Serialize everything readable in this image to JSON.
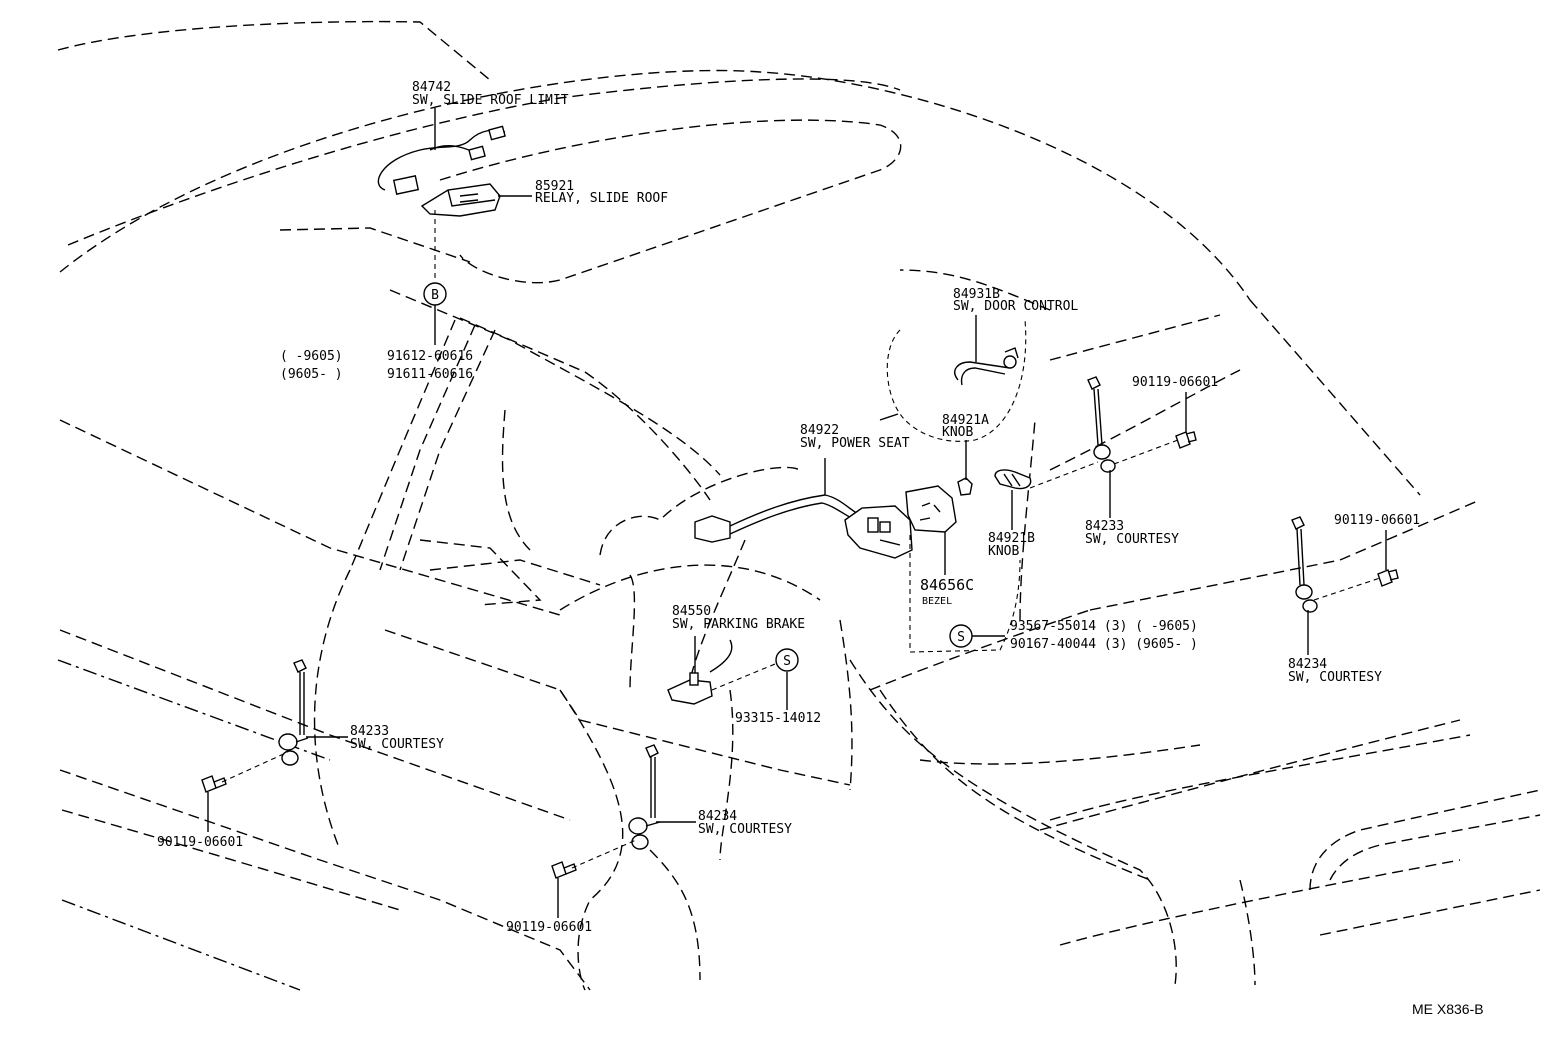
{
  "labels": {
    "slide_roof_limit_num": "84742",
    "slide_roof_limit_name": "SW, SLIDE ROOF LIMIT",
    "relay_num": "85921",
    "relay_name": "RELAY, SLIDE ROOF",
    "clip_marker": "B",
    "clip_range1": "(      -9605)",
    "clip_part1": "91612-60616",
    "clip_range2": "(9605-       )",
    "clip_part2": "91611-60616",
    "door_control_num": "84931B",
    "door_control_name": "SW, DOOR CONTROL",
    "knob_a_num": "84921A",
    "knob_a_name": "KNOB",
    "power_seat_num": "84922",
    "power_seat_name": "SW, POWER SEAT",
    "knob_b_num": "84921B",
    "knob_b_name": "KNOB",
    "bezel_num": "84656C",
    "bezel_name": "BEZEL",
    "screw_marker": "S",
    "screw_line1": "93567-55014 (3) (      -9605)",
    "screw_line2": "90167-40044 (3) (9605-       )",
    "parking_brake_num": "84550",
    "parking_brake_name": "SW, PARKING BRAKE",
    "pb_screw_marker": "S",
    "pb_screw_part": "93315-14012",
    "courtesy_fl_num": "84233",
    "courtesy_fl_name": "SW, COURTESY",
    "bolt_fl": "90119-06601",
    "courtesy_rl_num": "84234",
    "courtesy_rl_name": "SW, COURTESY",
    "bolt_rl": "90119-06601",
    "courtesy_fr_num": "84233",
    "courtesy_fr_name": "SW, COURTESY",
    "bolt_fr": "90119-06601",
    "courtesy_rr_num": "84234",
    "courtesy_rr_name": "SW, COURTESY",
    "bolt_rr": "90119-06601",
    "diagram_id": "ME X836-B"
  }
}
